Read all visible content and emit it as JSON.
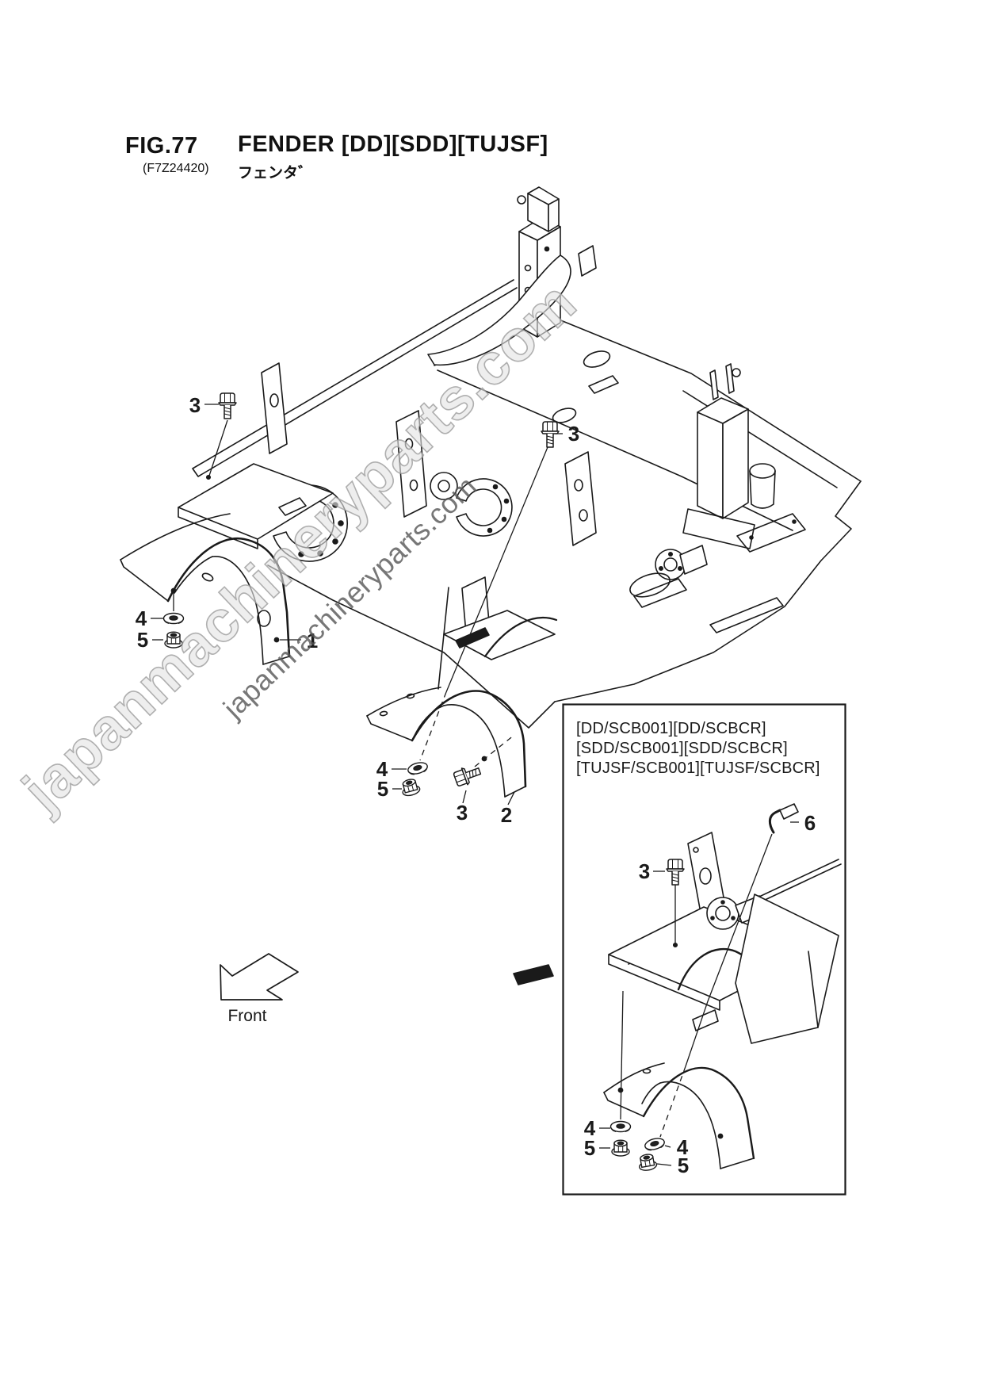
{
  "header": {
    "fig_label": "FIG.77",
    "part_code": "(F7Z24420)",
    "title": "FENDER [DD][SDD][TUJSF]",
    "title_jp": "フェンタ゛"
  },
  "inset_box": {
    "variant_lines": [
      "[DD/SCB001][DD/SCBCR]",
      "[SDD/SCB001][SDD/SCBCR]",
      "[TUJSF/SCB001][TUJSF/SCBCR]"
    ]
  },
  "callouts": {
    "fender_left": "1",
    "fender_mid": "2",
    "bolt": "3",
    "washer": "4",
    "nut": "5",
    "hook": "6"
  },
  "front_arrow": {
    "label": "Front"
  },
  "watermarks": {
    "large": "japanmachineryparts.com",
    "small": "japanmachineryparts.com"
  },
  "colors": {
    "line": "#1a1a1a",
    "watermark_fill": "#e3e3e3",
    "watermark_outline": "#979797",
    "watermark_small": "#555555",
    "background": "#ffffff"
  }
}
